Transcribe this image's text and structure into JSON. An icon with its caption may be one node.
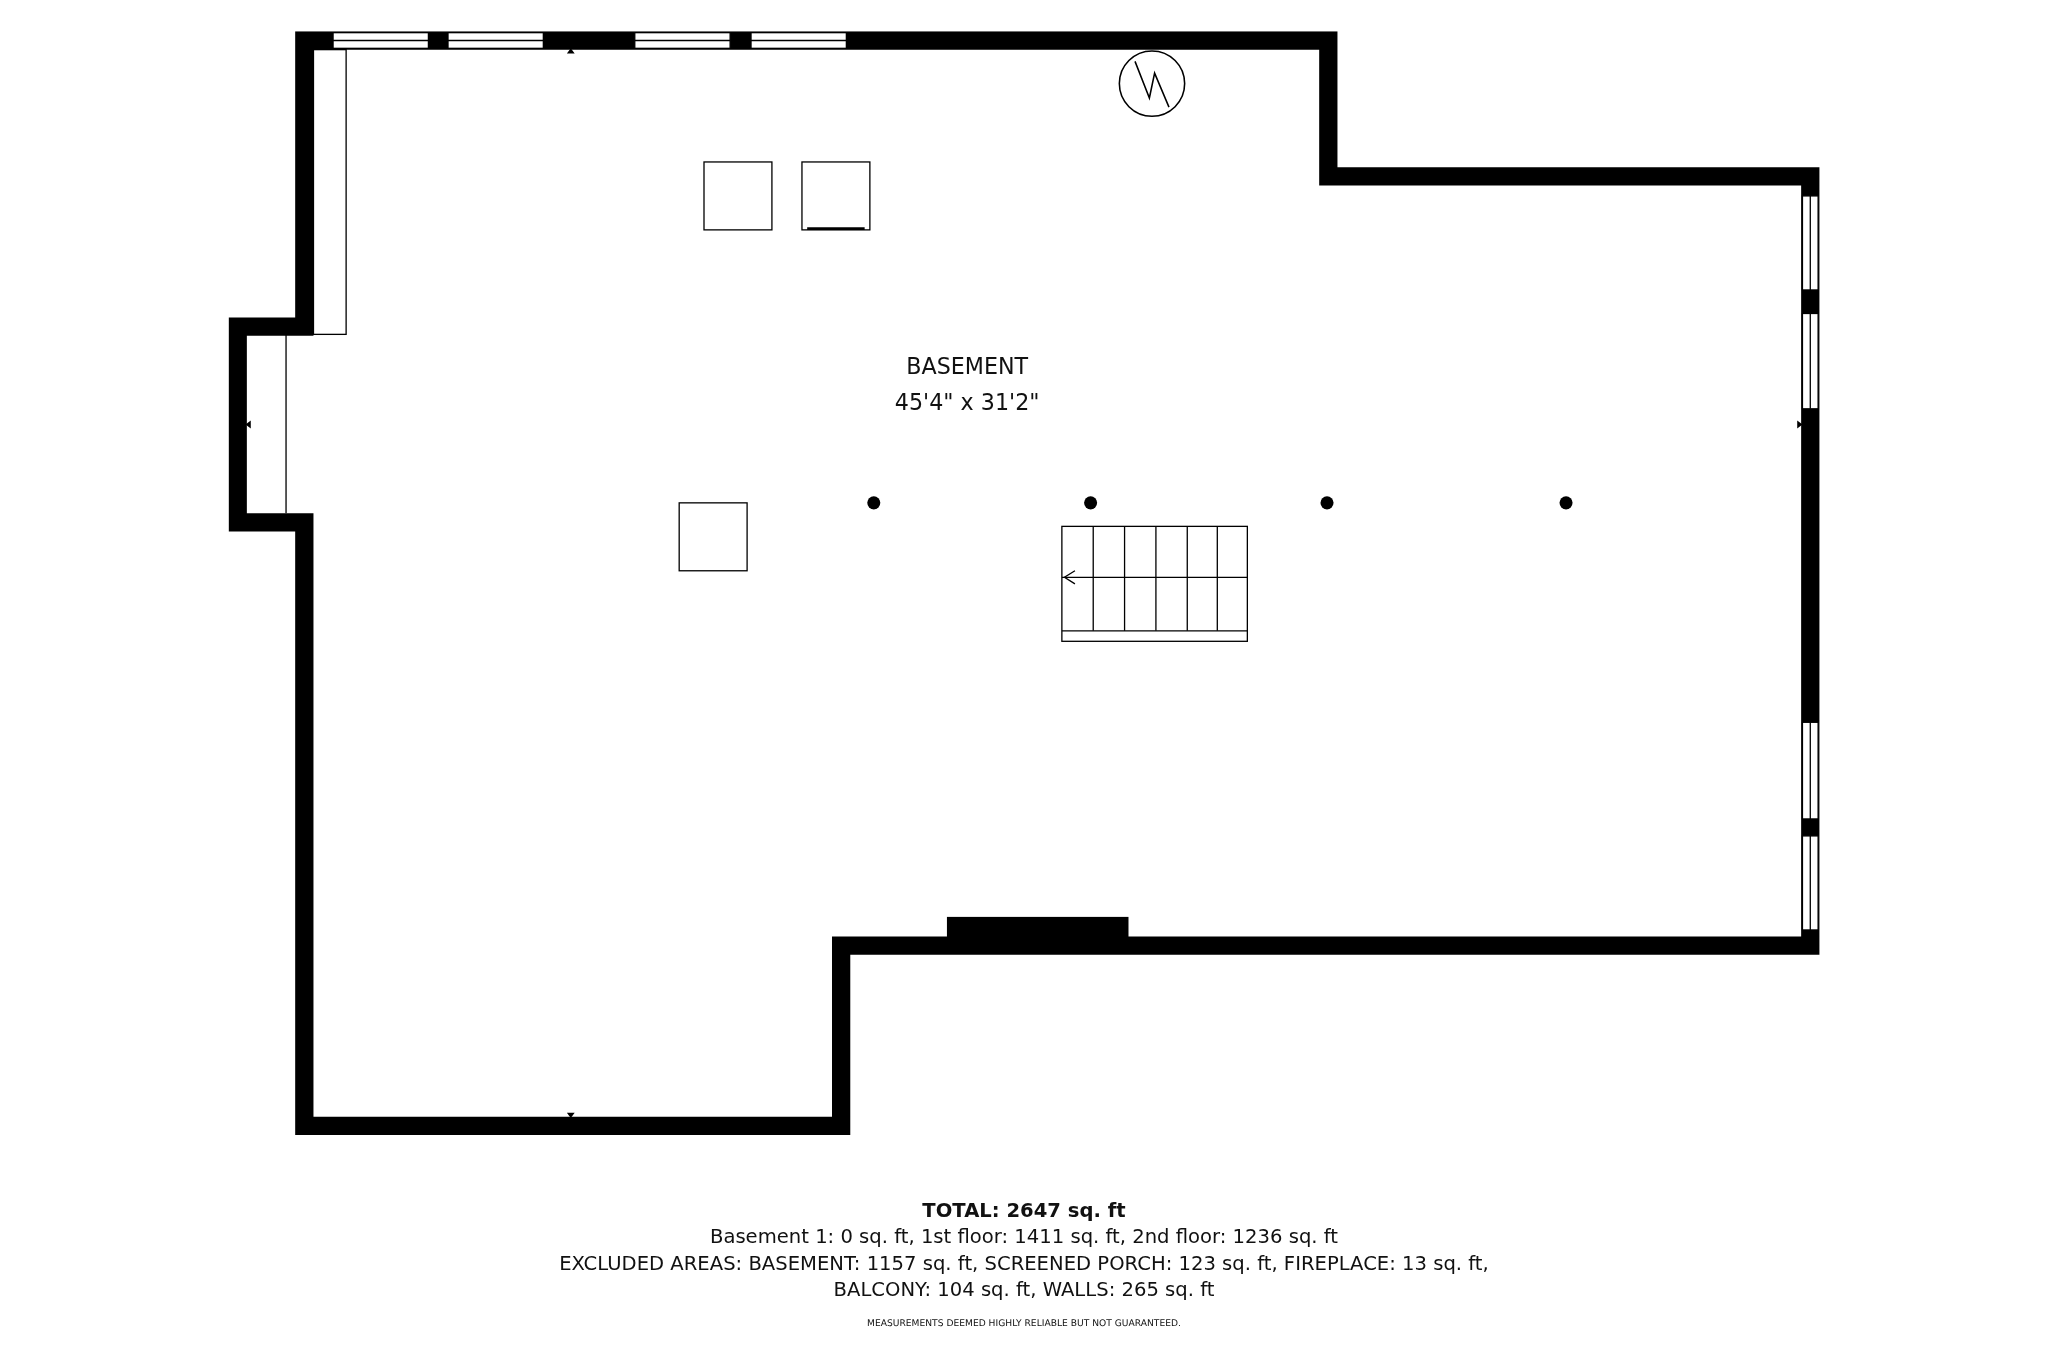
{
  "diagram": {
    "nodes": [
      {
        "text": [
          "BASEMENT",
          "45'4\" x 31'2\""
        ]
      }
    ],
    "labels": [
      "TOTAL: 2647 sq. ft",
      "Basement 1: 0 sq. ft, 1st floor: 1411 sq. ft, 2nd floor: 1236 sq. ft",
      "EXCLUDED AREAS: BASEMENT: 1157 sq. ft, SCREENED PORCH: 123 sq. ft, FIREPLACE: 13 sq. ft, BALCONY: 104 sq. ft, WALLS: 265 sq. ft",
      "MEASUREMENTS DEEMED HIGHLY RELIABLE BUT NOT GUARANTEED."
    ]
  }
}
